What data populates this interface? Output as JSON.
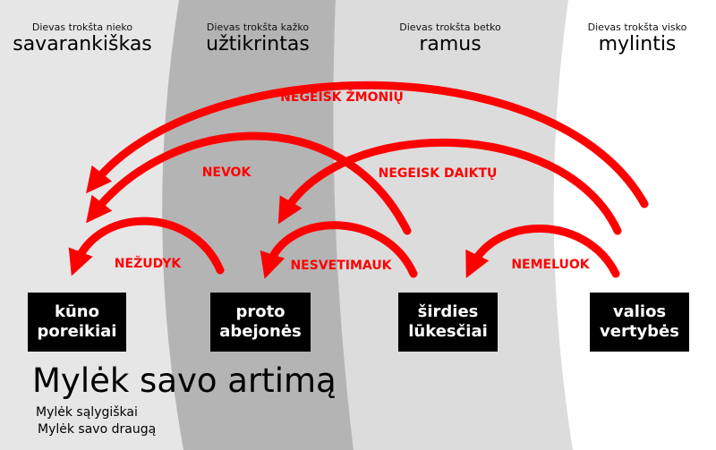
{
  "columns": [
    {
      "small": "Dievas trokšta nieko",
      "big": "savarankiškas"
    },
    {
      "small": "Dievas trokšta kažko",
      "big": "užtikrintas"
    },
    {
      "small": "Dievas trokšta betko",
      "big": "ramus"
    },
    {
      "small": "Dievas trokšta visko",
      "big": "mylintis"
    }
  ],
  "boxes": [
    {
      "line1": "kūno",
      "line2": "poreikiai"
    },
    {
      "line1": "proto",
      "line2": "abejonės"
    },
    {
      "line1": "širdies",
      "line2": "lūkesčiai"
    },
    {
      "line1": "valios",
      "line2": "vertybės"
    }
  ],
  "arrows": [
    {
      "label": "NEGEISK ŽMONIŲ"
    },
    {
      "label": "NEVOK"
    },
    {
      "label": "NEGEISK DAIKTŲ"
    },
    {
      "label": "NEŽUDYK"
    },
    {
      "label": "NESVETIMAUK"
    },
    {
      "label": "NEMELUOK"
    }
  ],
  "main_text": "Mylėk savo artimą",
  "sub_texts": [
    "Mylėk sąlygiškai",
    "Mylėk savo draugą"
  ],
  "colors": {
    "arrow": "#ff0000",
    "box": "#000000",
    "band_dark": "#b4b4b4",
    "band_mid": "#dcdcdc",
    "band_light": "#e6e6e6",
    "band_white": "#ffffff"
  }
}
